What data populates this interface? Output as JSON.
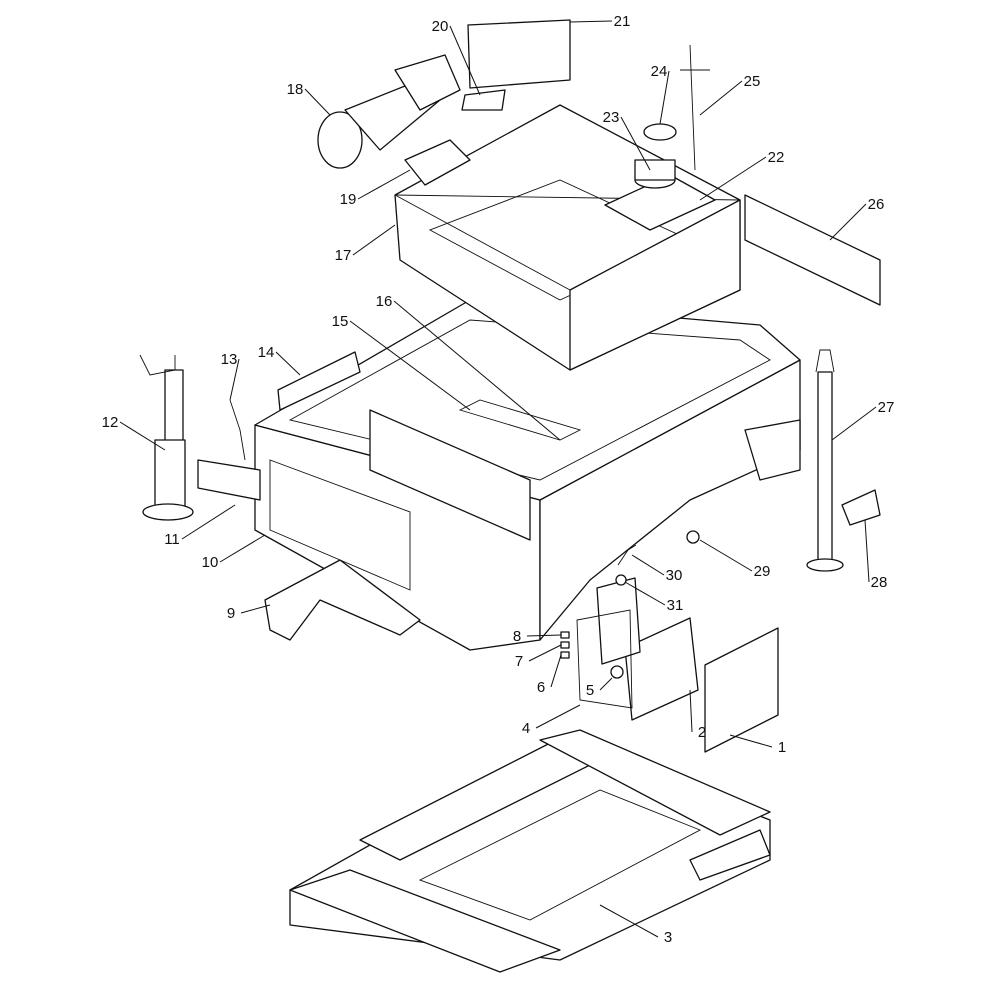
{
  "diagram": {
    "type": "exploded-parts-view",
    "callouts": [
      "1",
      "2",
      "3",
      "4",
      "5",
      "6",
      "7",
      "8",
      "9",
      "10",
      "11",
      "12",
      "13",
      "14",
      "15",
      "16",
      "17",
      "18",
      "19",
      "20",
      "21",
      "22",
      "23",
      "24",
      "25",
      "26",
      "27",
      "28",
      "29",
      "30",
      "31"
    ]
  },
  "colors": {
    "line": "#111111",
    "background": "#ffffff"
  }
}
